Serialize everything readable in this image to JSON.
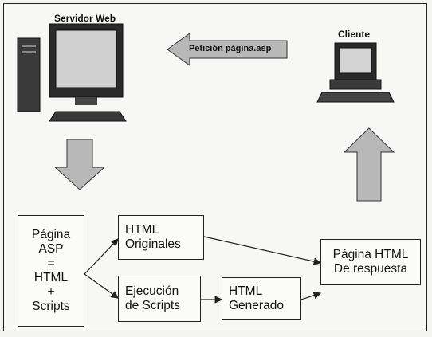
{
  "server_label": "Servidor Web",
  "client_label": "Cliente",
  "request_arrow_label": "Petición página.asp",
  "boxes": {
    "pagina_asp": "Página\nASP\n=\nHTML\n+\nScripts",
    "html_originales": "HTML\nOriginales",
    "ejecucion_scripts": "Ejecución\nde Scripts",
    "html_generado": "HTML\nGenerado",
    "pagina_respuesta": "Página HTML\nDe respuesta"
  },
  "colors": {
    "arrow_fill": "#b8b8b8",
    "line": "#222222"
  }
}
